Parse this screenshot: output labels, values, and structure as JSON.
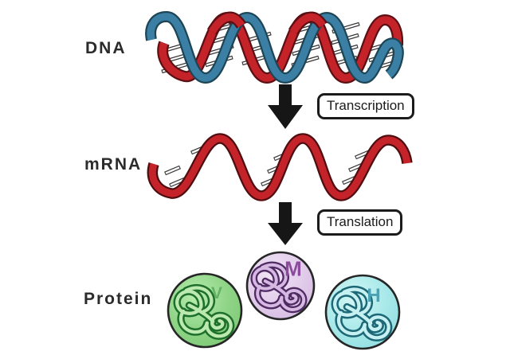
{
  "diagram": {
    "rows": [
      {
        "label": "DNA"
      },
      {
        "label": "mRNA"
      },
      {
        "label": "Protein"
      }
    ],
    "steps": [
      {
        "label": "Transcription"
      },
      {
        "label": "Translation"
      }
    ],
    "proteins": [
      {
        "letter": "V",
        "fill": "#8fd487",
        "letter_color": "#63b163"
      },
      {
        "letter": "M",
        "fill": "#e2cdeb",
        "letter_color": "#8b4a9c"
      },
      {
        "letter": "H",
        "fill": "#a9e9ea",
        "letter_color": "#49a2b6"
      }
    ],
    "colors": {
      "dna_blue_strand": "#3b7fa4",
      "dna_red_strand": "#c4232a",
      "mrna_strand": "#c4232a",
      "arrow": "#161616",
      "background": "#ffffff",
      "label_text": "#2b2b2b"
    }
  }
}
